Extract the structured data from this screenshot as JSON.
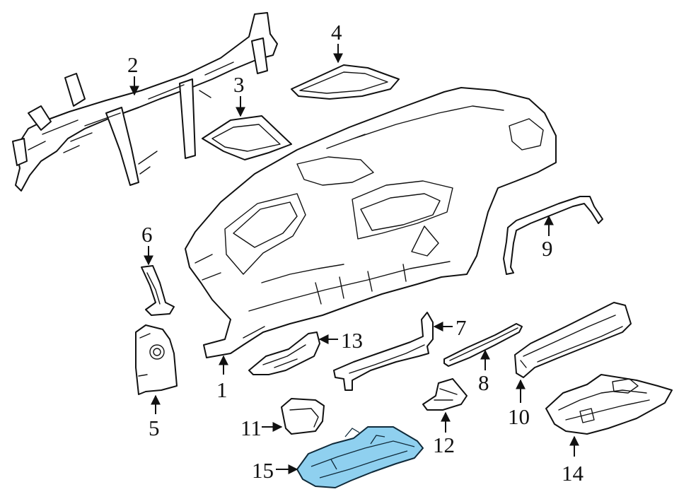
{
  "diagram": {
    "accent_color": "#8fd0ef",
    "outline_color": "#111111",
    "callouts": [
      {
        "id": "1",
        "label": "1"
      },
      {
        "id": "2",
        "label": "2"
      },
      {
        "id": "3",
        "label": "3"
      },
      {
        "id": "4",
        "label": "4"
      },
      {
        "id": "5",
        "label": "5"
      },
      {
        "id": "6",
        "label": "6"
      },
      {
        "id": "7",
        "label": "7"
      },
      {
        "id": "8",
        "label": "8"
      },
      {
        "id": "9",
        "label": "9"
      },
      {
        "id": "10",
        "label": "10"
      },
      {
        "id": "11",
        "label": "11"
      },
      {
        "id": "12",
        "label": "12"
      },
      {
        "id": "13",
        "label": "13"
      },
      {
        "id": "14",
        "label": "14"
      },
      {
        "id": "15",
        "label": "15",
        "highlighted": true
      }
    ]
  }
}
